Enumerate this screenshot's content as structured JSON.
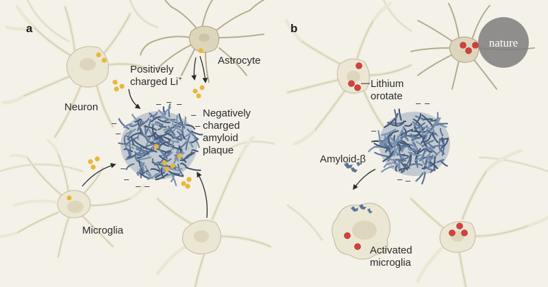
{
  "panels": {
    "a": {
      "letter": "a",
      "labels": {
        "neuron": "Neuron",
        "astrocyte": "Astrocyte",
        "li_line1": "Positively",
        "li_line2": "charged Li",
        "li_sup": "+",
        "plaque_line1": "Negatively",
        "plaque_line2": "charged",
        "plaque_line3": "amyloid",
        "plaque_line4": "plaque",
        "microglia": "Microglia"
      }
    },
    "b": {
      "letter": "b",
      "labels": {
        "lithium_line1": "Lithium",
        "lithium_line2": "orotate",
        "amyloid_beta": "Amyloid-β",
        "activated_line1": "Activated",
        "activated_line2": "microglia"
      }
    }
  },
  "charge_symbol": "–",
  "logo_text": "nature",
  "colors": {
    "background": "#f4f1e8",
    "cell_fill": "#ece7d4",
    "cell_stroke": "#c9c2a6",
    "nucleus": "#ddd6bd",
    "lithium_ion": "#e8b73a",
    "lithium_orotate": "#d8403a",
    "plaque": "#5c7597",
    "logo_circle": "#7c7c7c"
  }
}
